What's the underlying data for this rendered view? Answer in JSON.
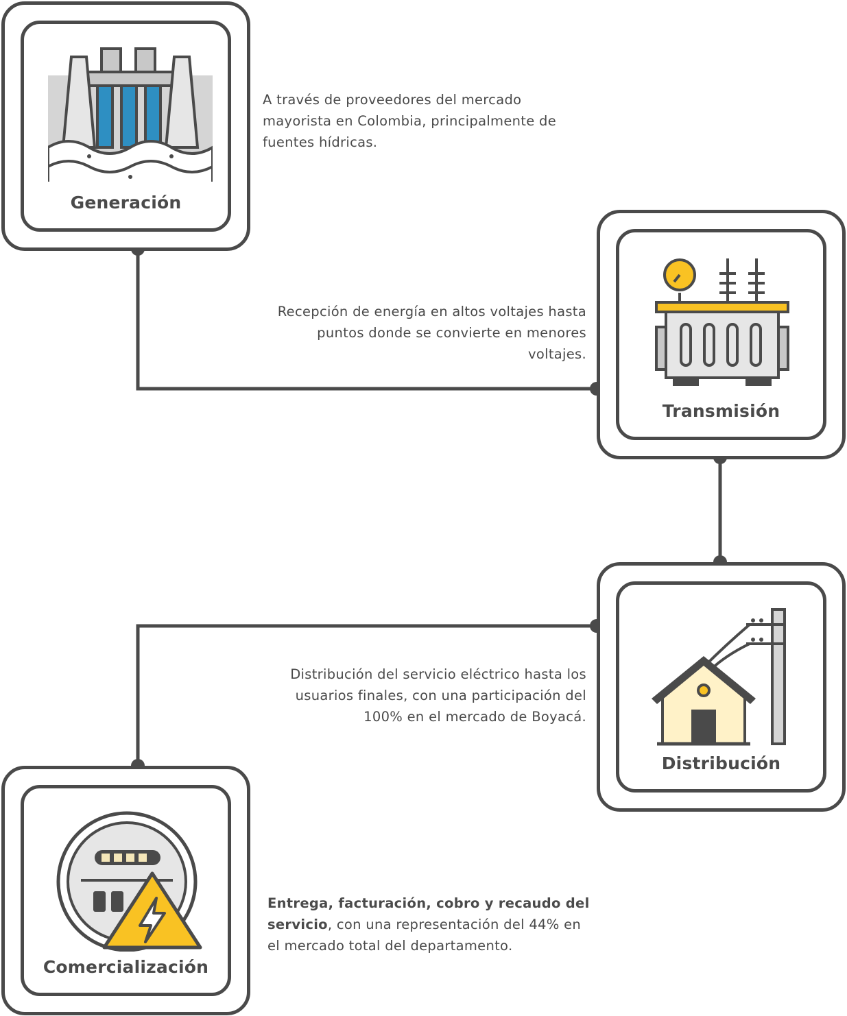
{
  "stages": [
    {
      "id": "generacion",
      "label": "Generación",
      "description": "A través de proveedores del mercado mayorista en Colombia, principalmente de fuentes hídricas."
    },
    {
      "id": "transmision",
      "label": "Transmisión",
      "description": "Recepción de energía en altos voltajes hasta puntos donde se convierte en menores voltajes."
    },
    {
      "id": "distribucion",
      "label": "Distribución",
      "description": "Distribución del servicio eléctrico hasta los usuarios finales, con una participación del 100% en el mercado de Boyacá."
    },
    {
      "id": "comercializacion",
      "label": "Comercialización",
      "description_bold": "Entrega, facturación, cobro y recaudo del servicio",
      "description_rest": ", con una representación del 44% en el mercado total del departamento."
    }
  ],
  "icons": {
    "generacion": "hydroelectric-dam-icon",
    "transmision": "transformer-icon",
    "distribucion": "house-power-line-icon",
    "comercializacion": "electric-meter-warning-icon"
  },
  "colors": {
    "line": "#4a4a4a",
    "water_blue": "#2e8fc2",
    "warning_yellow": "#f9c223",
    "house_wall": "#fff2c8"
  }
}
